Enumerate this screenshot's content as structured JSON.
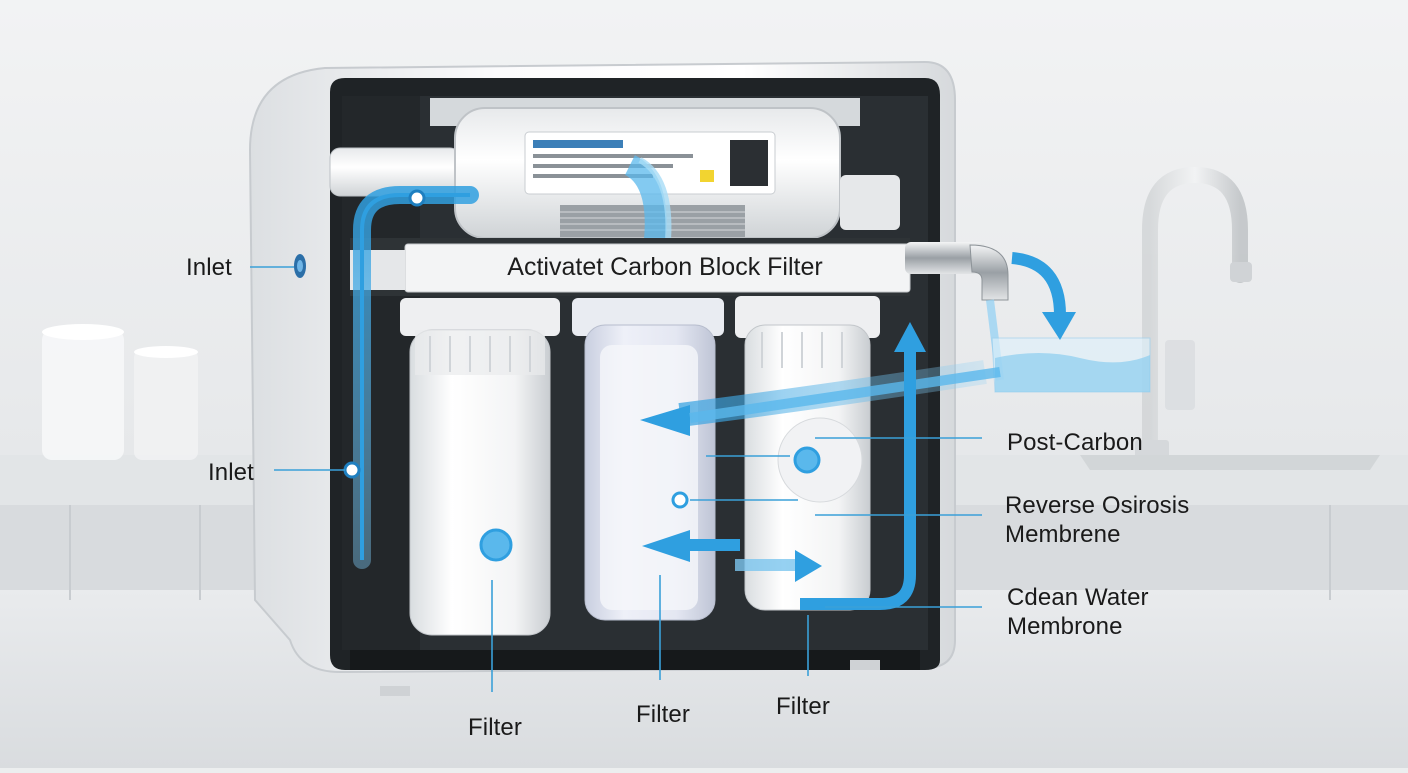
{
  "diagram": {
    "banner_label": "Activatet Carbon Block Filter",
    "labels": {
      "inlet_top": "Inlet",
      "inlet_side": "Inlet",
      "post_carbon": "Post-Carbon",
      "reverse_osmosis_line1": "Reverse Osirosis",
      "reverse_osmosis_line2": "Membrene",
      "clean_water_line1": "Cdean Water",
      "clean_water_line2": "Membrone",
      "filter_left": "Filter",
      "filter_middle": "Filter",
      "filter_right": "Filter"
    },
    "colors": {
      "water_blue": "#2f9fe0",
      "leader_line": "#3aa0d8",
      "housing": "#f4f5f6",
      "cabinet_dark": "#1f2326"
    }
  }
}
